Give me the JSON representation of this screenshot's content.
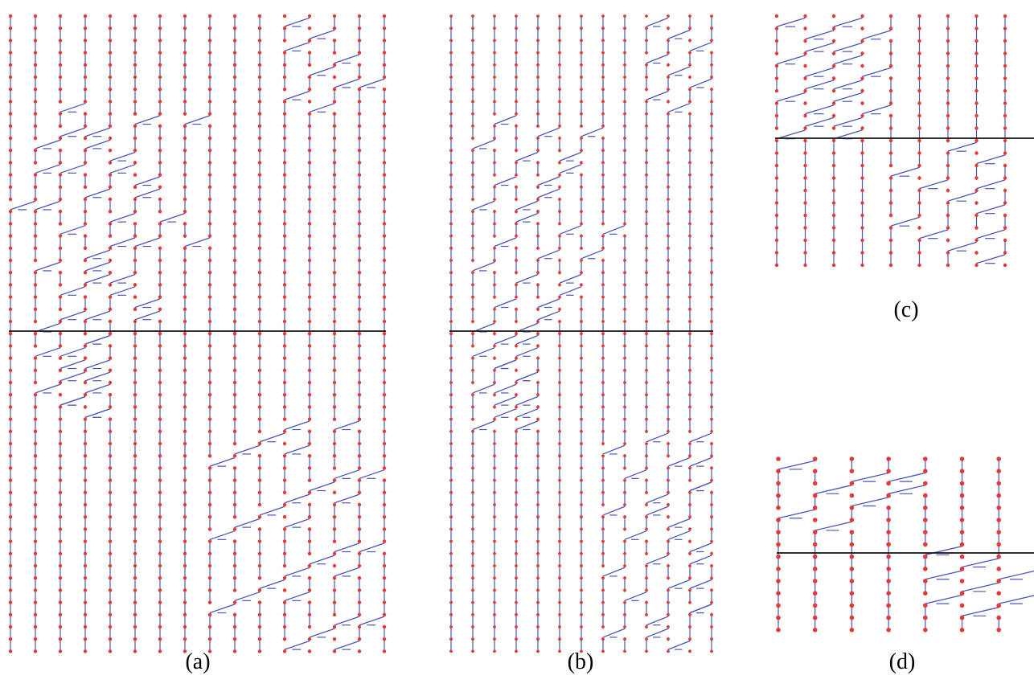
{
  "colors": {
    "strand": "#4a55b8",
    "node": "#e53935",
    "cut": "#111111",
    "background": "#ffffff"
  },
  "panels": [
    {
      "id": "a",
      "caption": "(a)"
    },
    {
      "id": "b",
      "caption": "(b)"
    },
    {
      "id": "c",
      "caption": "(c)"
    },
    {
      "id": "d",
      "caption": "(d)"
    }
  ]
}
